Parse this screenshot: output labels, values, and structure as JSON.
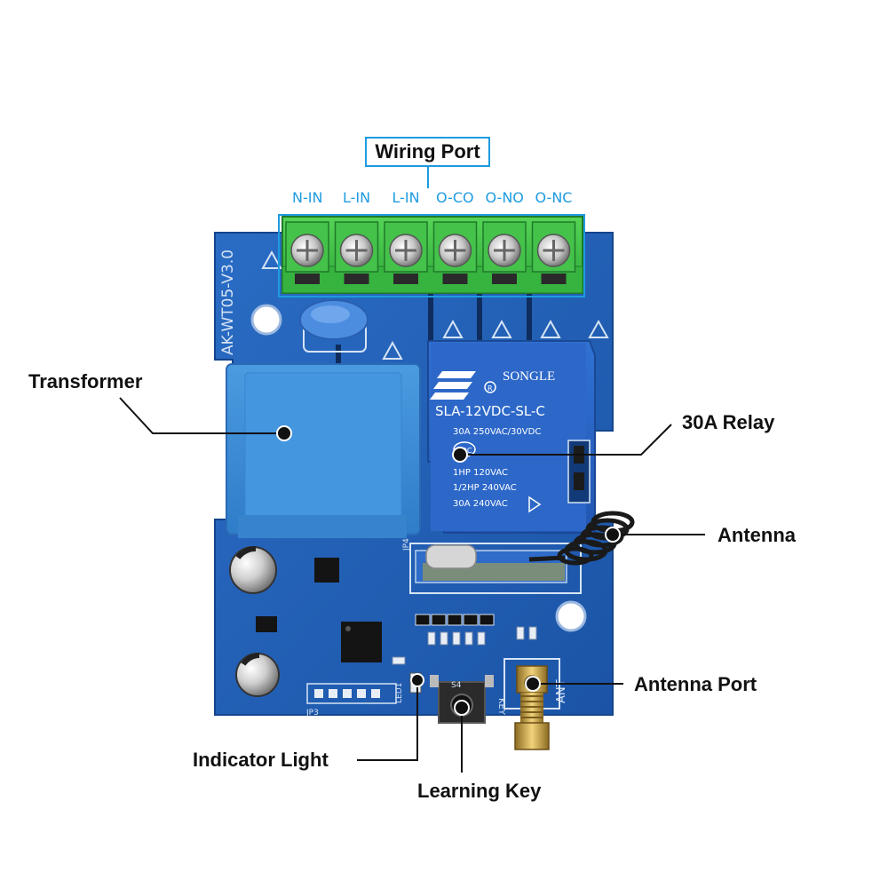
{
  "wiring_port": {
    "title": "Wiring Port",
    "terminals": [
      "N-IN",
      "L-IN",
      "L-IN",
      "O-CO",
      "O-NO",
      "O-NC"
    ]
  },
  "callouts": {
    "transformer": "Transformer",
    "relay": "30A Relay",
    "antenna": "Antenna",
    "antenna_port": "Antenna Port",
    "indicator_light": "Indicator Light",
    "learning_key": "Learning Key"
  },
  "board": {
    "model": "AK-WT05-V3.0",
    "relay_brand": "SONGLE",
    "relay_model": "SLA-12VDC-SL-C",
    "relay_spec_1": "30A  250VAC/30VDC",
    "relay_spec_2": "1HP 120VAC",
    "relay_spec_3": "1/2HP 240VAC",
    "relay_spec_4": "30A  240VAC",
    "relay_cert": "CQC",
    "ant_label": "ANT",
    "jp3_label": "JP3",
    "jp4_label": "JP4",
    "key_label": "KEY",
    "s4_label": "S4",
    "led_label": "LED1"
  },
  "colors": {
    "pcb": "#1f5fb5",
    "terminal": "#3fbf3f",
    "accent": "#1e9be0",
    "relay": "#2762c4",
    "transformer": "#3f8fd6"
  }
}
